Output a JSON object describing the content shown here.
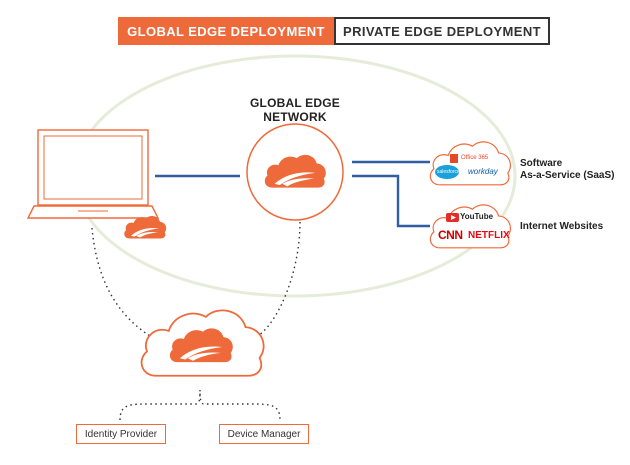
{
  "tabs": {
    "global": "GLOBAL EDGE DEPLOYMENT",
    "private": "PRIVATE EDGE DEPLOYMENT"
  },
  "network": {
    "title_line1": "GLOBAL EDGE",
    "title_line2": "NETWORK"
  },
  "destinations": {
    "saas_line1": "Software",
    "saas_line2": "As-a-Service (SaaS)",
    "internet": "Internet Websites"
  },
  "brands": {
    "office": "Office 365",
    "salesforce": "salesforce",
    "workday": "workday",
    "youtube": "YouTube",
    "cnn": "CNN",
    "netflix": "NETFLIX"
  },
  "services": {
    "identity": "Identity Provider",
    "device": "Device Manager"
  },
  "colors": {
    "accent": "#ef6a3a",
    "link": "#2f5fa3",
    "ring": "#e5ecd9"
  }
}
